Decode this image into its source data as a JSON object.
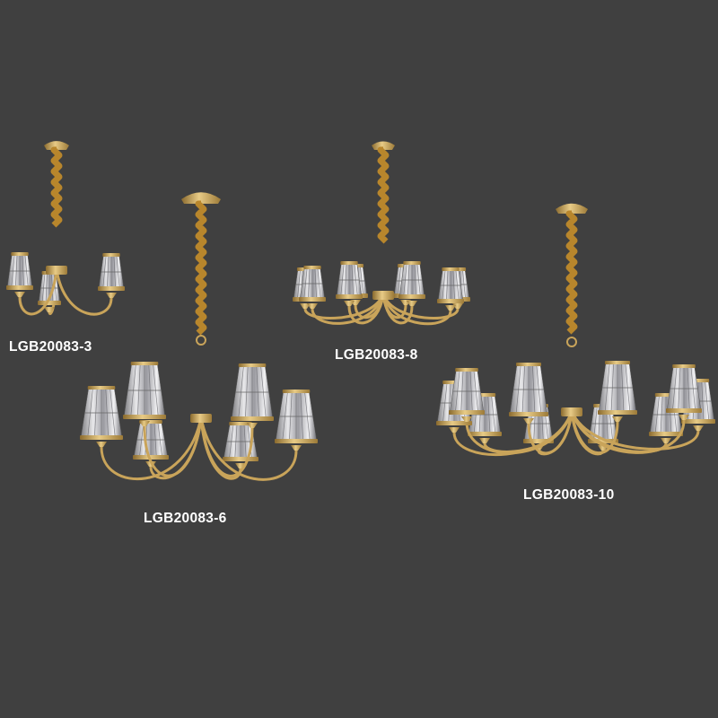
{
  "products": [
    {
      "model": "LGB20083-3",
      "lights": 3
    },
    {
      "model": "LGB20083-6",
      "lights": 6
    },
    {
      "model": "LGB20083-8",
      "lights": 8
    },
    {
      "model": "LGB20083-10",
      "lights": 10
    }
  ],
  "colors": {
    "background": "#404040",
    "brass": "#c9a45a",
    "cord": "#b8862c",
    "label": "#ffffff"
  }
}
